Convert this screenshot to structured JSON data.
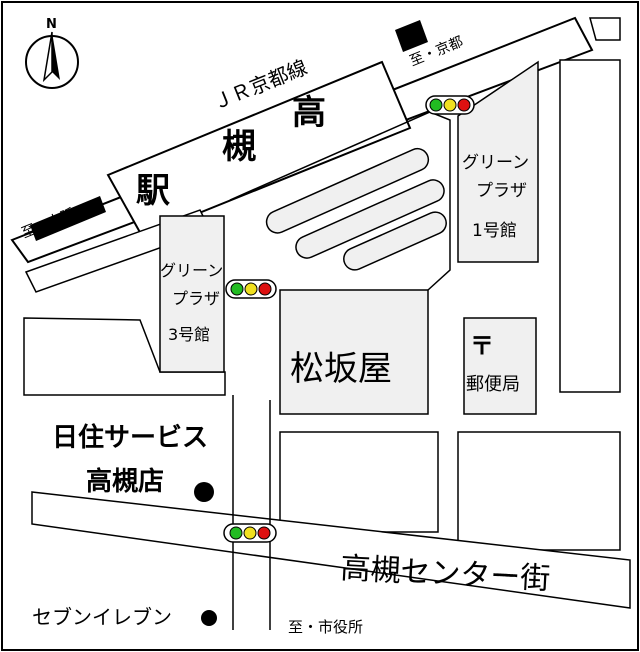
{
  "compass": {
    "label": "N"
  },
  "railway": {
    "line_name": "ＪＲ京都線",
    "station_chars": [
      "高",
      "槻",
      "駅"
    ],
    "to_kyoto": "至・京都",
    "to_osaka": "至・大阪"
  },
  "buildings": {
    "green_plaza_1": {
      "lines": [
        "グリーン",
        "プラザ",
        "1号館"
      ]
    },
    "green_plaza_3": {
      "lines": [
        "グリーン",
        "プラザ",
        "3号館"
      ]
    },
    "matsuzakaya": {
      "label": "松坂屋"
    },
    "post_office": {
      "symbol": "〒",
      "label": "郵便局"
    }
  },
  "store": {
    "name_line1": "日住サービス",
    "name_line2": "高槻店"
  },
  "seven_eleven": {
    "label": "セブンイレブン"
  },
  "street": {
    "label": "高槻センター街"
  },
  "to_city_hall": {
    "label": "至・市役所"
  },
  "colors": {
    "building_fill": "#f0f0f0",
    "signal_green": "#22bb22",
    "signal_yellow": "#f0e020",
    "signal_red": "#dd1111"
  }
}
